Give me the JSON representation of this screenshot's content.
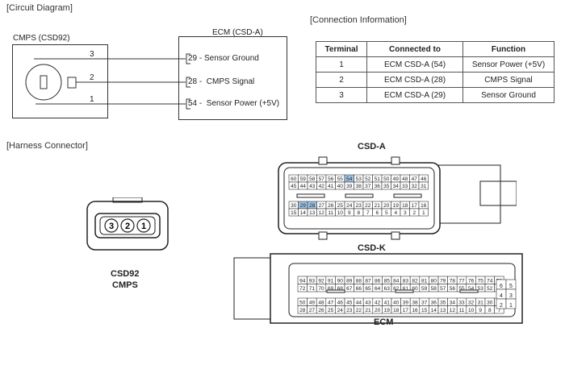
{
  "circuit": {
    "title": "[Circuit Diagram]",
    "cmps_label": "CMPS (CSD92)",
    "ecm_label": "ECM (CSD-A)",
    "pins_left": [
      "3",
      "2",
      "1"
    ],
    "ecm_pins": [
      {
        "num": "29",
        "text": "Sensor Ground"
      },
      {
        "num": "28",
        "text": "CMPS Signal"
      },
      {
        "num": "54",
        "text": "Sensor Power (+5V)"
      }
    ]
  },
  "connection": {
    "title": "[Connection Information]",
    "headers": [
      "Terminal",
      "Connected to",
      "Function"
    ],
    "rows": [
      [
        "1",
        "ECM CSD-A (54)",
        "Sensor Power (+5V)"
      ],
      [
        "2",
        "ECM CSD-A (28)",
        "CMPS Signal"
      ],
      [
        "3",
        "ECM CSD-A (29)",
        "Sensor Ground"
      ]
    ]
  },
  "harness": {
    "title": "[Harness Connector]",
    "csd92_pins": [
      "3",
      "2",
      "1"
    ],
    "csd92_name": "CSD92",
    "csd92_sub": "CMPS",
    "csd_a_label": "CSD-A",
    "csd_k_label": "CSD-K",
    "ecm_label": "ECM",
    "csd_a_rows": [
      [
        "60",
        "59",
        "58",
        "57",
        "56",
        "55",
        "54",
        "53",
        "52",
        "51",
        "50",
        "49",
        "48",
        "47",
        "46"
      ],
      [
        "45",
        "44",
        "43",
        "42",
        "41",
        "40",
        "39",
        "38",
        "37",
        "36",
        "35",
        "34",
        "33",
        "32",
        "31"
      ],
      [
        "30",
        "29",
        "28",
        "27",
        "26",
        "25",
        "24",
        "23",
        "22",
        "21",
        "20",
        "19",
        "18",
        "17",
        "16"
      ],
      [
        "15",
        "14",
        "13",
        "12",
        "11",
        "10",
        "9",
        "8",
        "7",
        "6",
        "5",
        "4",
        "3",
        "2",
        "1"
      ]
    ],
    "csd_a_highlight": [
      "54",
      "29",
      "28"
    ],
    "ecm_rows": [
      [
        "94",
        "93",
        "92",
        "91",
        "90",
        "89",
        "88",
        "87",
        "86",
        "85",
        "84",
        "83",
        "82",
        "81",
        "80",
        "79",
        "78",
        "77",
        "76",
        "75",
        "74",
        "73"
      ],
      [
        "72",
        "71",
        "70",
        "69",
        "68",
        "67",
        "66",
        "65",
        "64",
        "63",
        "62",
        "61",
        "60",
        "59",
        "58",
        "57",
        "56",
        "55",
        "54",
        "53",
        "52",
        "51"
      ],
      [
        "50",
        "49",
        "48",
        "47",
        "46",
        "45",
        "44",
        "43",
        "42",
        "41",
        "40",
        "39",
        "38",
        "37",
        "36",
        "35",
        "34",
        "33",
        "32",
        "31",
        "30",
        "29"
      ],
      [
        "28",
        "27",
        "26",
        "25",
        "24",
        "23",
        "22",
        "21",
        "20",
        "19",
        "18",
        "17",
        "16",
        "15",
        "14",
        "13",
        "12",
        "11",
        "10",
        "9",
        "8",
        "7"
      ]
    ],
    "ecm_small_rows": [
      [
        "6",
        "5"
      ],
      [
        "4",
        "3"
      ],
      [
        "2",
        "1"
      ]
    ],
    "highlight_color": "#9dc3e6"
  }
}
